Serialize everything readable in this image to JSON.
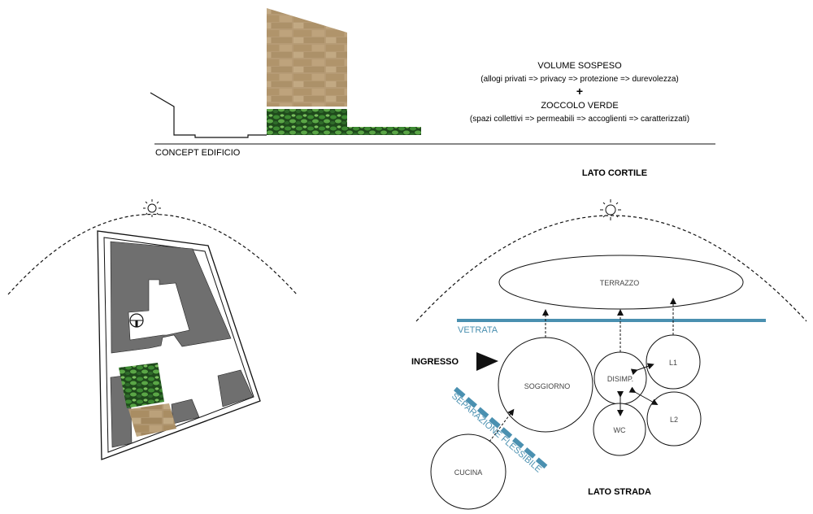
{
  "concept": {
    "caption": "CONCEPT EDIFICIO",
    "line1": "VOLUME SOSPESO",
    "line2": "(allogi privati => privacy => protezione => durevolezza)",
    "plus": "+",
    "line3": "ZOCCOLO VERDE",
    "line4": "(spazi collettivi => permeabili => accoglienti => caratterizzati)"
  },
  "scheme": {
    "top_label": "LATO CORTILE",
    "bottom_label": "LATO STRADA",
    "entrance_label": "INGRESSO",
    "glazing_label": "VETRATA",
    "partition_label": "SEPARAZIONE FLESSIBILE",
    "rooms": {
      "terrace": "TERRAZZO",
      "living": "SOGGIORNO",
      "hall": "DISIMP.",
      "bed1": "L1",
      "bed2": "L2",
      "wc": "WC",
      "kitchen": "CUCINA"
    }
  },
  "colors": {
    "glazing": "#4a90b0",
    "partition": "#4a90b0",
    "building_mass": "#6e6e6e",
    "stone": "#b39a6d",
    "green": "#2f6b2a"
  },
  "icons": [
    "sun-icon",
    "north-arrow-icon"
  ]
}
